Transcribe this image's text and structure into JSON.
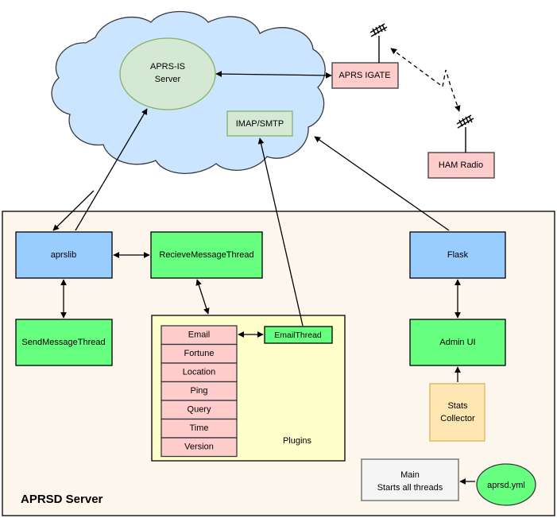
{
  "diagram": {
    "title": "APRSD Server",
    "type": "architecture-diagram",
    "colors": {
      "cloud_fill": "#cce5ff",
      "cloud_stroke": "#36393d",
      "pale_green_fill": "#d5e8d4",
      "pale_green_stroke": "#82b366",
      "pink_fill": "#ffcccc",
      "pink_stroke": "#36393d",
      "blue_fill": "#99ccff",
      "blue_stroke": "#000000",
      "bright_green_fill": "#66ff80",
      "bright_green_stroke": "#000000",
      "yellow_fill": "#ffffcc",
      "yellow_stroke": "#000000",
      "orange_fill": "#ffe6b3",
      "orange_stroke": "#d6b656",
      "grey_fill": "#f5f5f5",
      "grey_stroke": "#666666",
      "server_bg": "#fdf6ec",
      "server_stroke": "#000000",
      "edge_stroke": "#000000"
    }
  },
  "cloud": {
    "aprs_is_server": "APRS-IS\nServer",
    "aprs_is_server_line1": "APRS-IS",
    "aprs_is_server_line2": "Server",
    "imap_smtp": "IMAP/SMTP"
  },
  "external": {
    "aprs_igate": "APRS IGATE",
    "ham_radio": "HAM Radio",
    "igate_antenna_name": "antenna-icon",
    "ham_antenna_name": "antenna-icon"
  },
  "server": {
    "title": "APRSD Server",
    "nodes": {
      "aprslib": "aprslib",
      "recieve_message_thread": "RecieveMessageThread",
      "send_message_thread": "SendMessageThread",
      "flask": "Flask",
      "admin_ui": "Admin UI",
      "stats_collector_line1": "Stats",
      "stats_collector_line2": "Collector",
      "email_thread": "EmailThread",
      "plugins_label": "Plugins",
      "main_line1": "Main",
      "main_line2": "Starts all threads",
      "config_file": "aprsd.yml"
    },
    "plugins": [
      "Email",
      "Fortune",
      "Location",
      "Ping",
      "Query",
      "Time",
      "Version"
    ]
  }
}
